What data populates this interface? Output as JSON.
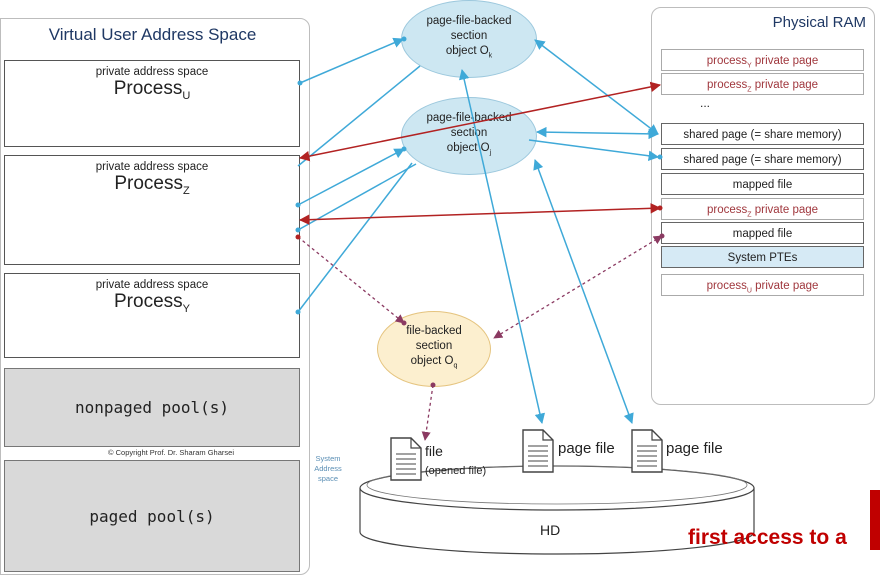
{
  "vas": {
    "title": "Virtual User Address Space",
    "processes": [
      {
        "caption": "private address space",
        "name": "Process",
        "sub": "U"
      },
      {
        "caption": "private address space",
        "name": "Process",
        "sub": "Z"
      },
      {
        "caption": "private address space",
        "name": "Process",
        "sub": "Y"
      }
    ],
    "nonpaged_pool": "nonpaged pool(s)",
    "paged_pool": "paged pool(s)",
    "copyright": "© Copyright Prof. Dr. Sharam Gharsei",
    "system_address_space": "System Address space"
  },
  "section_objects": {
    "ok": {
      "line1": "page-file-backed",
      "line2": "section",
      "line3": "object O",
      "sub": "k"
    },
    "oj": {
      "line1": "page-file-backed",
      "line2": "section",
      "line3": "object O",
      "sub": "j"
    },
    "oq": {
      "line1": "file-backed",
      "line2": "section",
      "line3": "object O",
      "sub": "q"
    }
  },
  "ram": {
    "title": "Physical RAM",
    "dots": "...",
    "cells": [
      {
        "pre": "process",
        "sub": "Y",
        "post": " private page"
      },
      {
        "pre": "process",
        "sub": "Z",
        "post": " private page"
      },
      {
        "pre": "shared page (= share memory)",
        "sub": "",
        "post": ""
      },
      {
        "pre": "shared page (= share memory)",
        "sub": "",
        "post": ""
      },
      {
        "pre": "mapped file",
        "sub": "",
        "post": ""
      },
      {
        "pre": "process",
        "sub": "Z",
        "post": " private page"
      },
      {
        "pre": "mapped file",
        "sub": "",
        "post": ""
      },
      {
        "pre": "System PTEs",
        "sub": "",
        "post": ""
      },
      {
        "pre": "process",
        "sub": "U",
        "post": " private page"
      }
    ]
  },
  "disk": {
    "label": "HD",
    "file": "file",
    "file_sub": "(opened file)",
    "page_file_1": "page file",
    "page_file_2": "page file"
  },
  "banner": "first access to a",
  "colors": {
    "blue_arrow": "#3fa9d8",
    "red_arrow": "#b22222",
    "dotted_arrow": "#8b3a62"
  }
}
